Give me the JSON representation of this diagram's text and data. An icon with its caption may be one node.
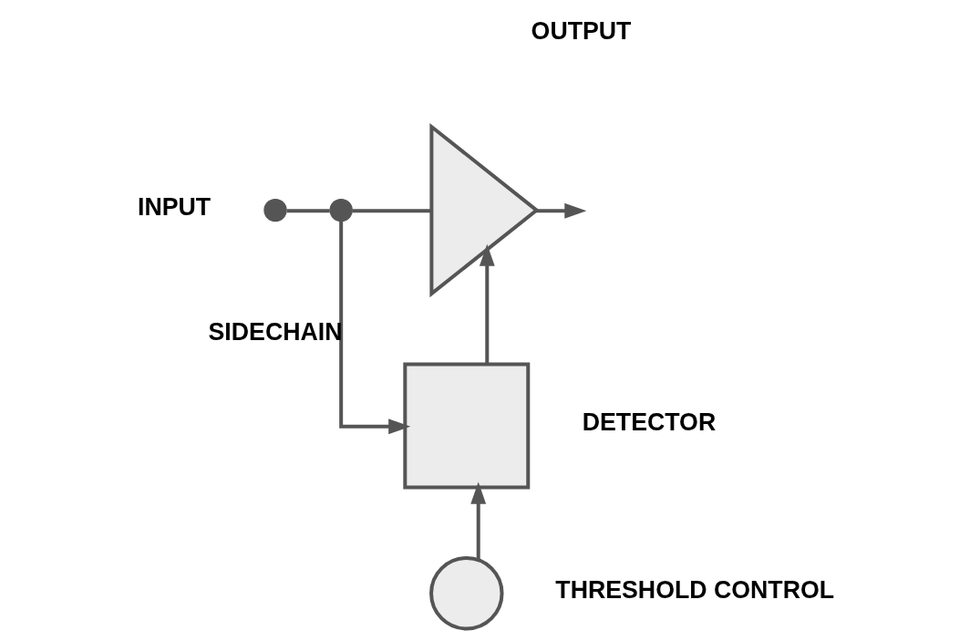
{
  "diagram": {
    "nodes": [
      {
        "text": [],
        "shape": "circle",
        "beside": [
          "INPUT"
        ]
      },
      {
        "text": [],
        "shape": "circle"
      },
      {
        "text": [],
        "shape": "triangle"
      },
      {
        "text": [],
        "shape": "box",
        "beside": [
          "DETECTOR"
        ]
      },
      {
        "text": [],
        "shape": "circle",
        "beside": [
          "THRESHOLD CONTROL"
        ]
      }
    ],
    "edges": [
      {
        "from": 0,
        "to": 1,
        "arrow": "none"
      },
      {
        "from": 1,
        "to": 2,
        "arrow": "none"
      },
      {
        "from": 2,
        "to": null,
        "arrow": "to"
      },
      {
        "from": 1,
        "to": 3,
        "arrow": "to",
        "label": "SIDECHAIN"
      },
      {
        "from": 3,
        "to": 2,
        "arrow": "to"
      },
      {
        "from": 4,
        "to": 3,
        "arrow": "to"
      }
    ],
    "labels": [
      "OUTPUT"
    ]
  }
}
